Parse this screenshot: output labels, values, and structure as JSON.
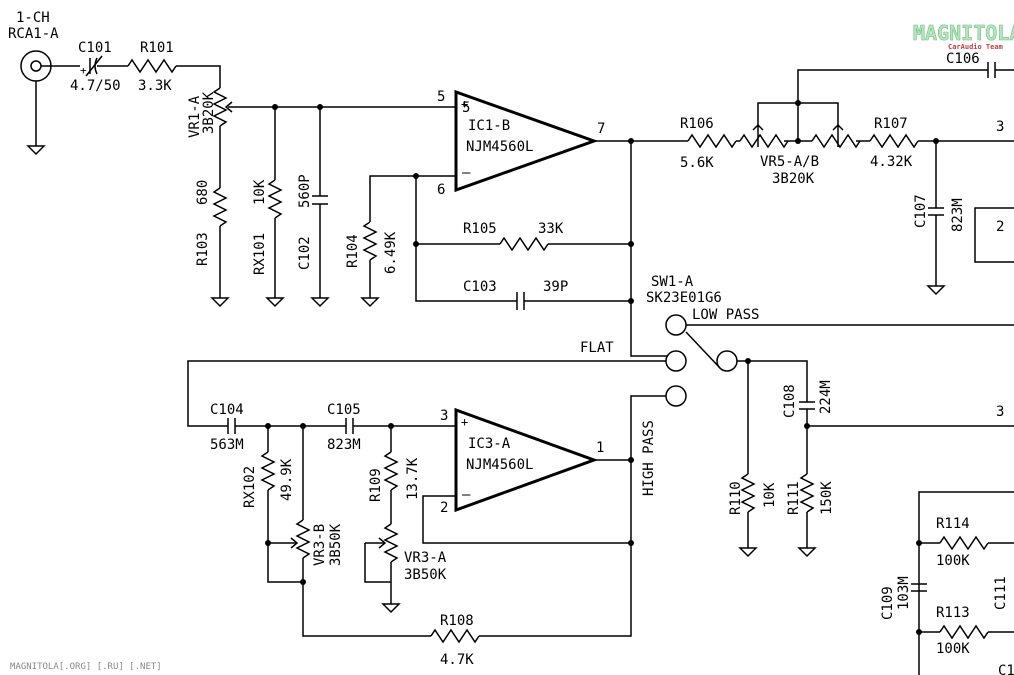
{
  "input": {
    "line1": "1-CH",
    "line2": "RCA1-A"
  },
  "logo": {
    "name": "MAGNITOLA",
    "sub": "CarAudio Team"
  },
  "watermark": "MAGNITOLA[.ORG] [.RU] [.NET]",
  "opamps": {
    "ic1": {
      "ref": "IC1-B",
      "part": "NJM4560L",
      "pin_plus": "5",
      "pin_minus": "6",
      "pin_out": "7"
    },
    "ic3": {
      "ref": "IC3-A",
      "part": "NJM4560L",
      "pin_plus": "3",
      "pin_minus": "2",
      "pin_out": "1"
    }
  },
  "components": {
    "c101": {
      "ref": "C101",
      "value": "4.7/50",
      "polarity": "+"
    },
    "r101": {
      "ref": "R101",
      "value": "3.3K"
    },
    "vr1": {
      "ref": "VR1-A",
      "value": "3B20K"
    },
    "r103": {
      "ref": "R103",
      "value": "680"
    },
    "rx101": {
      "ref": "RX101",
      "value": "10K"
    },
    "c102": {
      "ref": "C102",
      "value": "560P"
    },
    "r104": {
      "ref": "R104",
      "value": "6.49K"
    },
    "r105": {
      "ref": "R105",
      "value": "33K"
    },
    "c103": {
      "ref": "C103",
      "value": "39P"
    },
    "r106": {
      "ref": "R106",
      "value": "5.6K"
    },
    "vr5": {
      "ref": "VR5-A/B",
      "value": "3B20K"
    },
    "r107": {
      "ref": "R107",
      "value": "4.32K"
    },
    "c106": {
      "ref": "C106"
    },
    "c107": {
      "ref": "C107",
      "value": "823M"
    },
    "c104": {
      "ref": "C104",
      "value": "563M"
    },
    "c105": {
      "ref": "C105",
      "value": "823M"
    },
    "rx102": {
      "ref": "RX102",
      "value": "49.9K"
    },
    "vr3b": {
      "ref": "VR3-B",
      "value": "3B50K"
    },
    "r109": {
      "ref": "R109",
      "value": "13.7K"
    },
    "vr3a": {
      "ref": "VR3-A",
      "value": "3B50K"
    },
    "r108": {
      "ref": "R108",
      "value": "4.7K"
    },
    "c108": {
      "ref": "C108",
      "value": "224M"
    },
    "r110": {
      "ref": "R110",
      "value": "10K"
    },
    "r111": {
      "ref": "R111",
      "value": "150K"
    },
    "r114": {
      "ref": "R114",
      "value": "100K"
    },
    "r113": {
      "ref": "R113",
      "value": "100K"
    },
    "c109": {
      "ref": "C109",
      "value": "103M"
    },
    "c111": {
      "ref": "C111"
    }
  },
  "switch": {
    "ref": "SW1-A",
    "part": "SK23E01G6",
    "low": "LOW PASS",
    "flat": "FLAT",
    "high": "HIGH PASS"
  },
  "pins": {
    "right_top_3": "3",
    "right_top_2": "2",
    "right_mid_3": "3",
    "right_bottom_c1": "C1"
  }
}
